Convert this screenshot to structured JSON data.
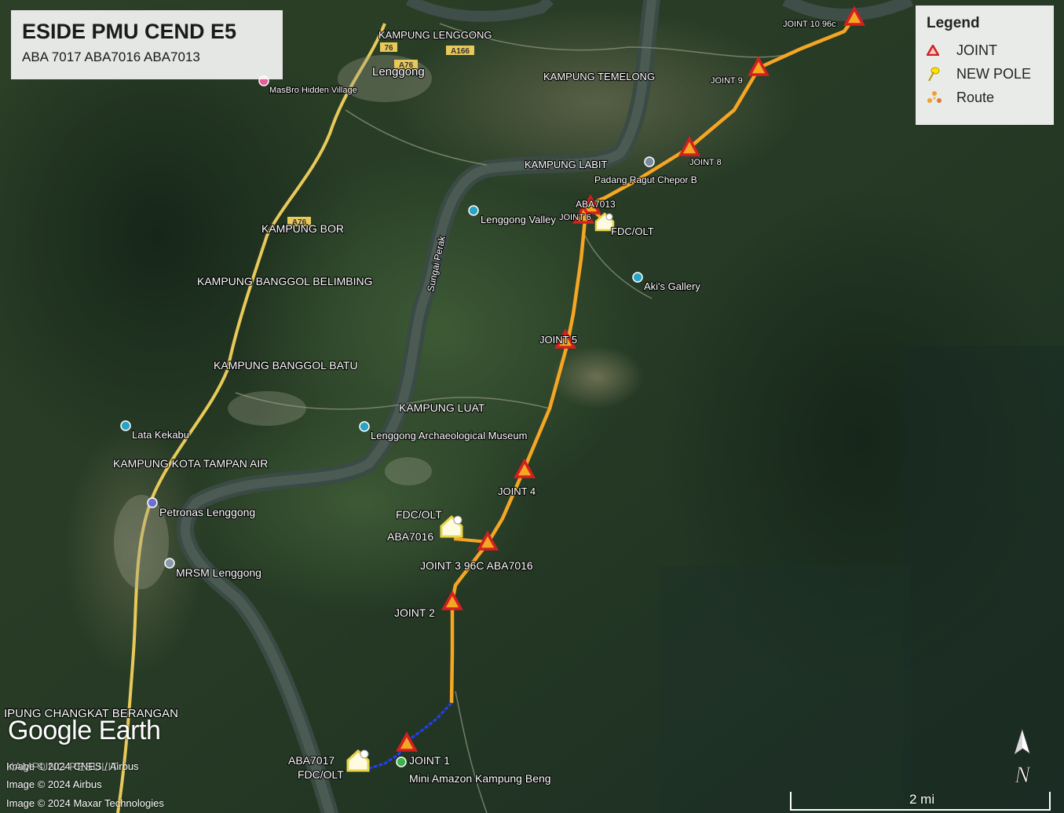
{
  "title": {
    "main": "ESIDE PMU CEND E5",
    "sub": "ABA 7017 ABA7016 ABA7013"
  },
  "legend": {
    "heading": "Legend",
    "items": [
      {
        "label": "JOINT",
        "icon": "red-triangle-icon",
        "color": "#d51f1f"
      },
      {
        "label": "NEW POLE",
        "icon": "yellow-pushpin-icon",
        "color": "#ffe400"
      },
      {
        "label": "Route",
        "icon": "route-dots-icon",
        "color": "#f0a030"
      }
    ]
  },
  "places": {
    "kampung_lenggong": "KAMPUNG LENGGONG",
    "lenggong": "Lenggong",
    "masbro": "MasBro Hidden Village",
    "kampung_temelong": "KAMPUNG TEMELONG",
    "kampung_labit": "KAMPUNG LABIT",
    "padang_ragut": "Padang Ragut Chepor B",
    "lenggong_valley": "Lenggong Valley",
    "kampung_bor": "KAMPUNG BOR",
    "kampung_banggol_belimbing": "KAMPUNG BANGGOL BELIMBING",
    "sungai_perak": "Sungai Perak",
    "akis_gallery": "Aki's Gallery",
    "kampung_banggol_batu": "KAMPUNG BANGGOL BATU",
    "kampung_luat": "KAMPUNG LUAT",
    "lata_kekabu": "Lata Kekabu",
    "museum": "Lenggong Archaeological Museum",
    "kampung_kota_tampan_air": "KAMPUNG KOTA TAMPAN AIR",
    "petronas": "Petronas Lenggong",
    "mrsm": "MRSM Lenggong",
    "changkat_berangan": "IPUNG CHANGKAT BERANGAN",
    "mini_amazon": "Mini Amazon Kampung Beng"
  },
  "roads": {
    "r76": "76",
    "a76_top": "A76",
    "a166": "A166",
    "a76_mid": "A76"
  },
  "joints": {
    "j10": "JOINT 10 96c",
    "j9": "JOINT 9",
    "j8": "JOINT 8",
    "j6": "JOINT 6",
    "j5": "JOINT 5",
    "j4": "JOINT 4",
    "j3": "JOINT 3 96C ABA7016",
    "j2": "JOINT 2",
    "j1": "JOINT 1"
  },
  "sites": {
    "aba7013": "ABA7013",
    "fdc_olt_top": "FDC/OLT",
    "fdc_olt_mid": "FDC/OLT",
    "aba7016": "ABA7016",
    "aba7017": "ABA7017",
    "fdc_olt_bottom": "FDC/OLT"
  },
  "brand": {
    "logo": "Google Earth",
    "credit1": "Image © 2024 CNES / Airbus",
    "credit2": "Image © 2024 Airbus",
    "credit3": "Image © 2024 Maxar Technologies",
    "overlap": "KAMPUNG PESULIT"
  },
  "scale": {
    "label": "2 mi"
  },
  "compass": {
    "letter": "N"
  },
  "colors": {
    "route": "#f5a623",
    "route_blue": "#1f3fff",
    "joint": "#d51f1f",
    "highway": "#e8c95a"
  }
}
